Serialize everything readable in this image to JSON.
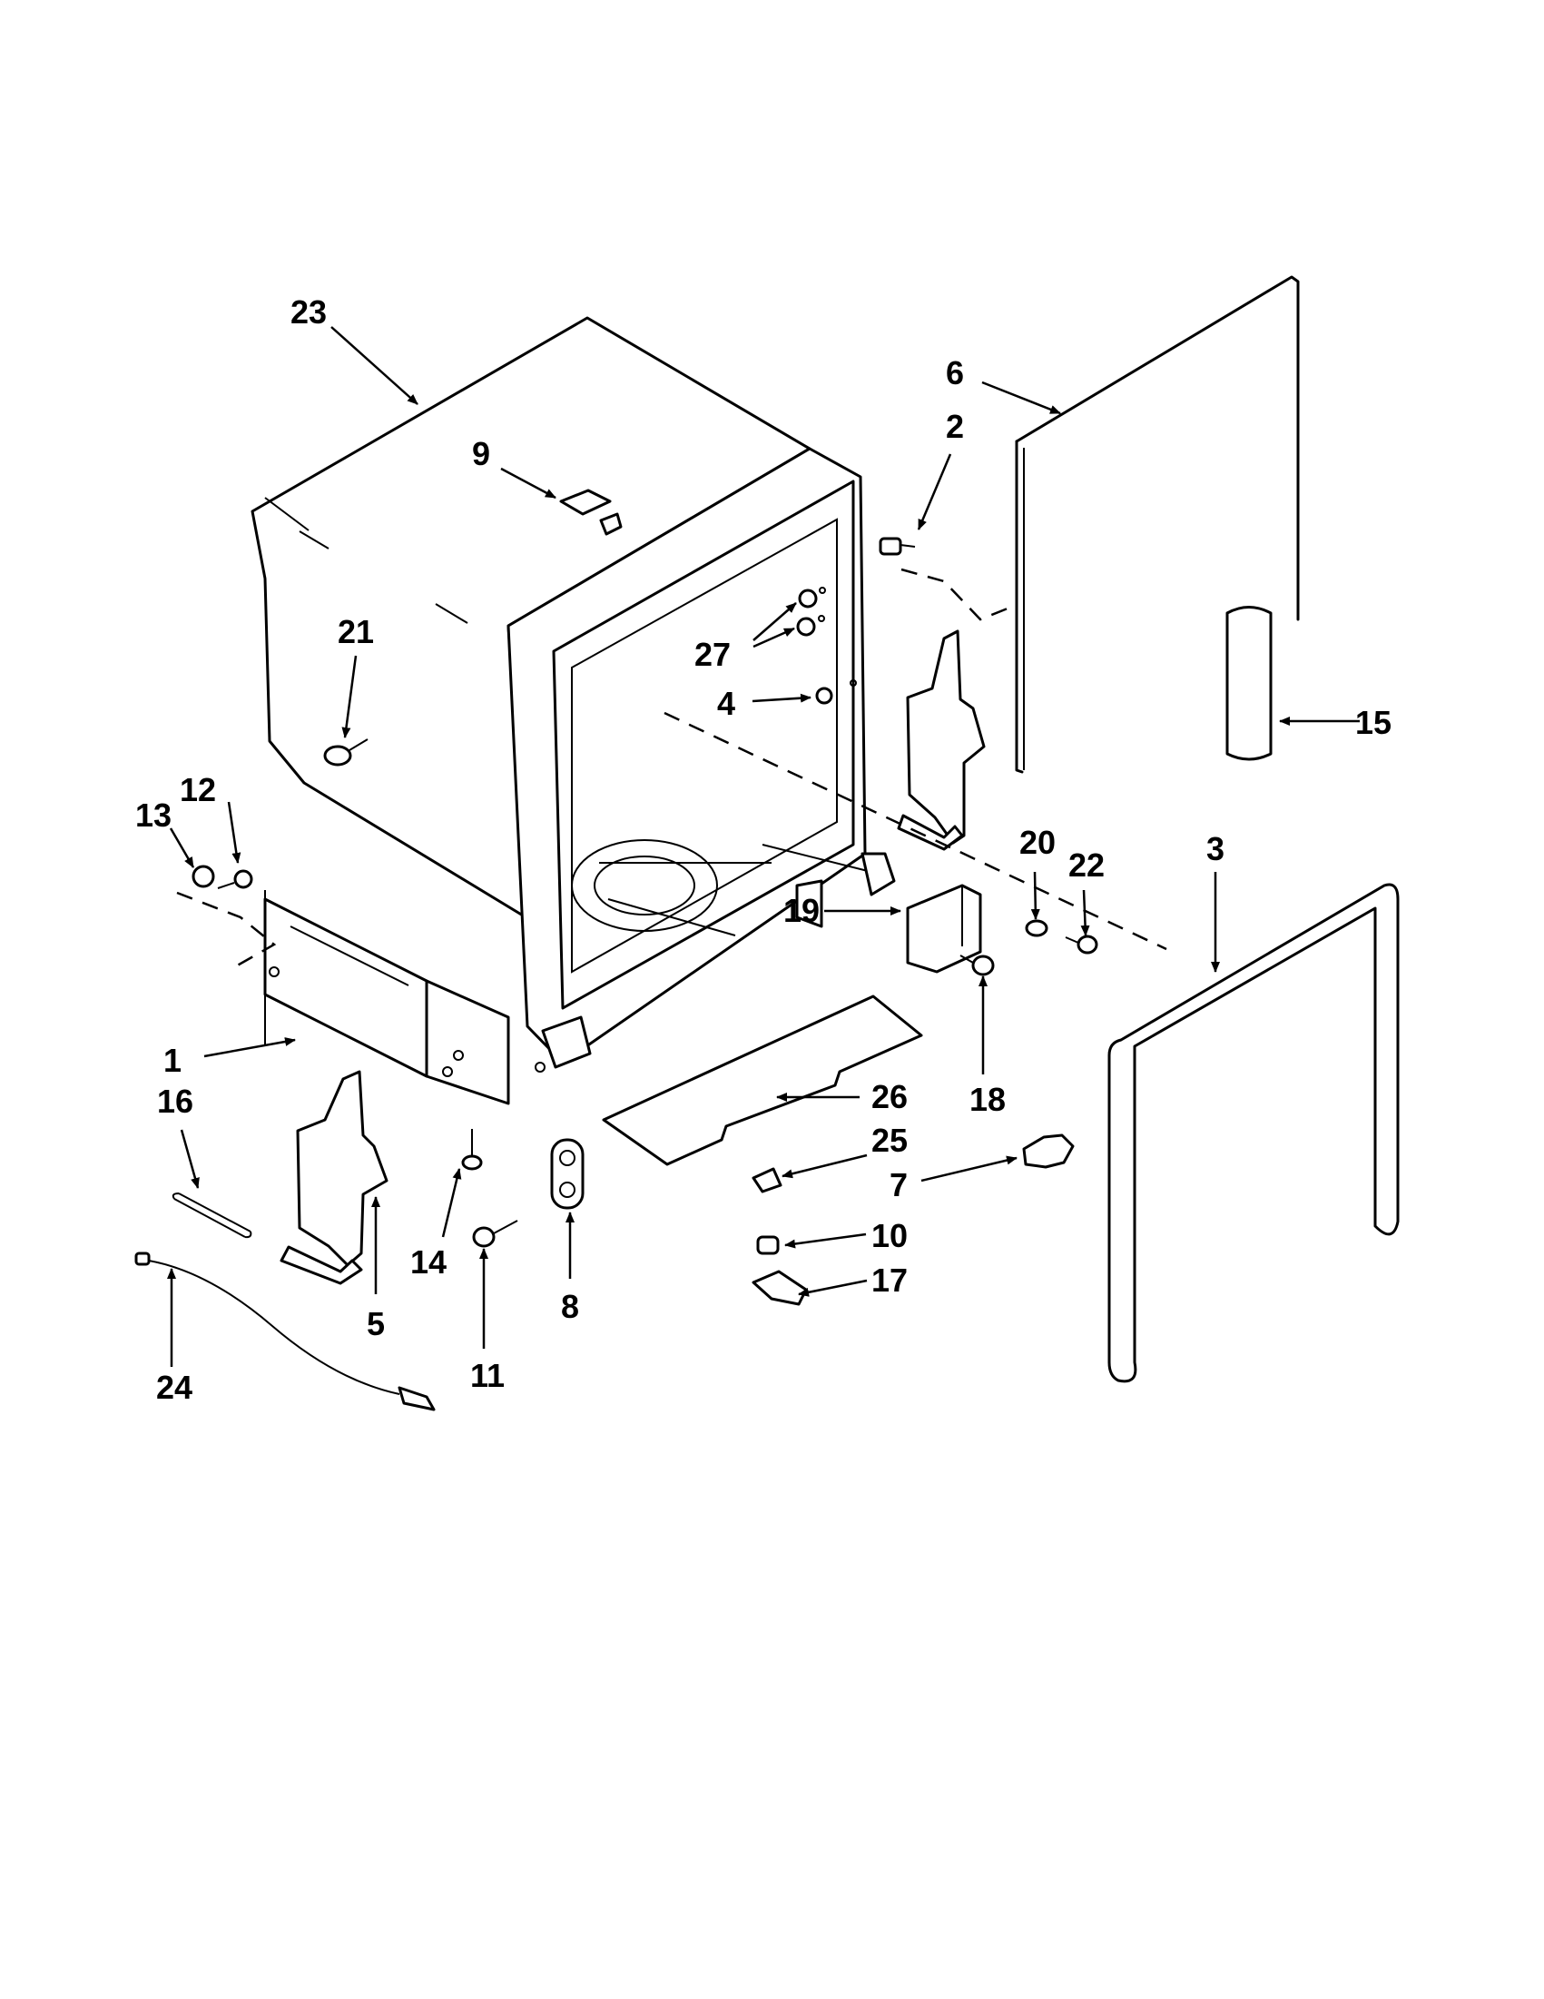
{
  "callouts": [
    {
      "key": "c1",
      "label": "1"
    },
    {
      "key": "c2",
      "label": "2"
    },
    {
      "key": "c3",
      "label": "3"
    },
    {
      "key": "c4",
      "label": "4"
    },
    {
      "key": "c5",
      "label": "5"
    },
    {
      "key": "c6",
      "label": "6"
    },
    {
      "key": "c7",
      "label": "7"
    },
    {
      "key": "c8",
      "label": "8"
    },
    {
      "key": "c9",
      "label": "9"
    },
    {
      "key": "c10",
      "label": "10"
    },
    {
      "key": "c11",
      "label": "11"
    },
    {
      "key": "c12",
      "label": "12"
    },
    {
      "key": "c13",
      "label": "13"
    },
    {
      "key": "c14",
      "label": "14"
    },
    {
      "key": "c15",
      "label": "15"
    },
    {
      "key": "c16",
      "label": "16"
    },
    {
      "key": "c17",
      "label": "17"
    },
    {
      "key": "c18",
      "label": "18"
    },
    {
      "key": "c19",
      "label": "19"
    },
    {
      "key": "c20",
      "label": "20"
    },
    {
      "key": "c21",
      "label": "21"
    },
    {
      "key": "c22",
      "label": "22"
    },
    {
      "key": "c23",
      "label": "23"
    },
    {
      "key": "c24",
      "label": "24"
    },
    {
      "key": "c25",
      "label": "25"
    },
    {
      "key": "c26",
      "label": "26"
    },
    {
      "key": "c27",
      "label": "27"
    }
  ]
}
